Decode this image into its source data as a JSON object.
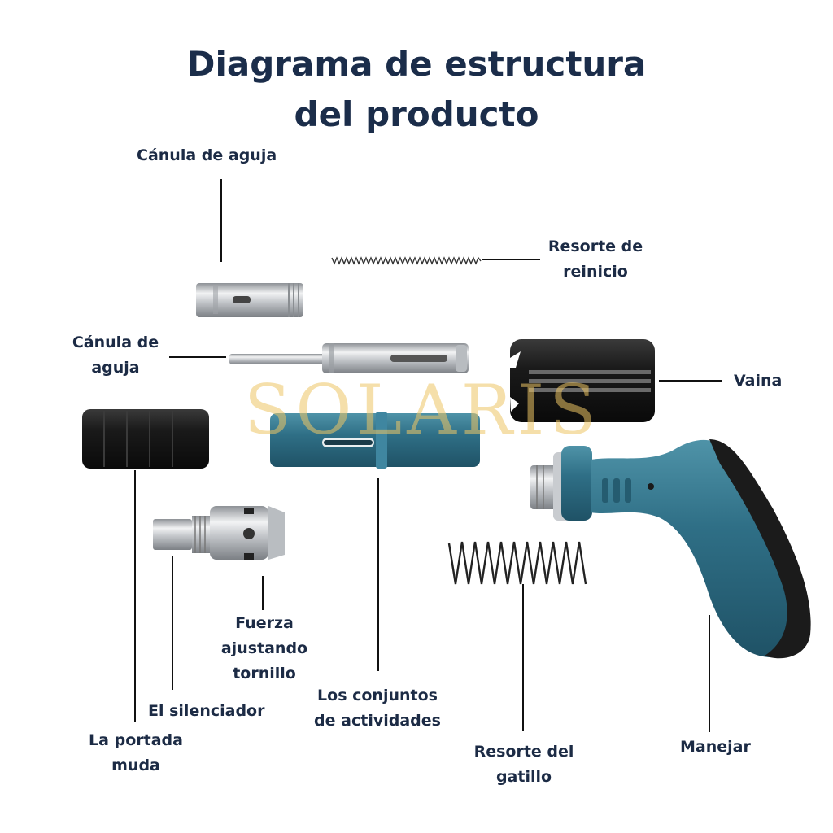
{
  "title": {
    "line1": "Diagrama de estructura",
    "line2": "del producto"
  },
  "watermark": "SOLARIS",
  "labels": {
    "canula_top": "Cánula de aguja",
    "resorte_reinicio": {
      "line1": "Resorte de",
      "line2": "reinicio"
    },
    "canula_left": {
      "line1": "Cánula de",
      "line2": "aguja"
    },
    "vaina": "Vaina",
    "fuerza": {
      "line1": "Fuerza",
      "line2": "ajustando",
      "line3": "tornillo"
    },
    "silenciador": "El silenciador",
    "portada": {
      "line1": "La portada",
      "line2": "muda"
    },
    "conjuntos": {
      "line1": "Los conjuntos",
      "line2": "de actividades"
    },
    "resorte_gatillo": {
      "line1": "Resorte del",
      "line2": "gatillo"
    },
    "manejar": "Manejar"
  },
  "colors": {
    "title": "#1b2d4a",
    "teal": "#2f6f86",
    "black_part": "#1a1a1a",
    "steel": "#c9ccd0"
  }
}
